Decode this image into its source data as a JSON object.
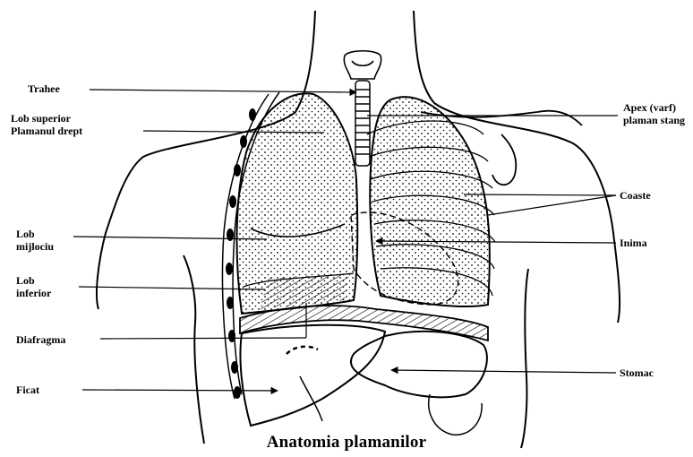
{
  "title": "Anatomia plamanilor",
  "labels": {
    "trahee": "Trahee",
    "lob_superior_1": "Lob superior",
    "lob_superior_2": "Plamanul drept",
    "lob_mijlociu_1": "Lob",
    "lob_mijlociu_2": "mijlociu",
    "lob_inferior_1": "Lob",
    "lob_inferior_2": "inferior",
    "diafragma": "Diafragma",
    "ficat": "Ficat",
    "apex_1": "Apex (varf)",
    "apex_2": "plaman stang",
    "coaste": "Coaste",
    "inima": "Inima",
    "stomac": "Stomac"
  }
}
